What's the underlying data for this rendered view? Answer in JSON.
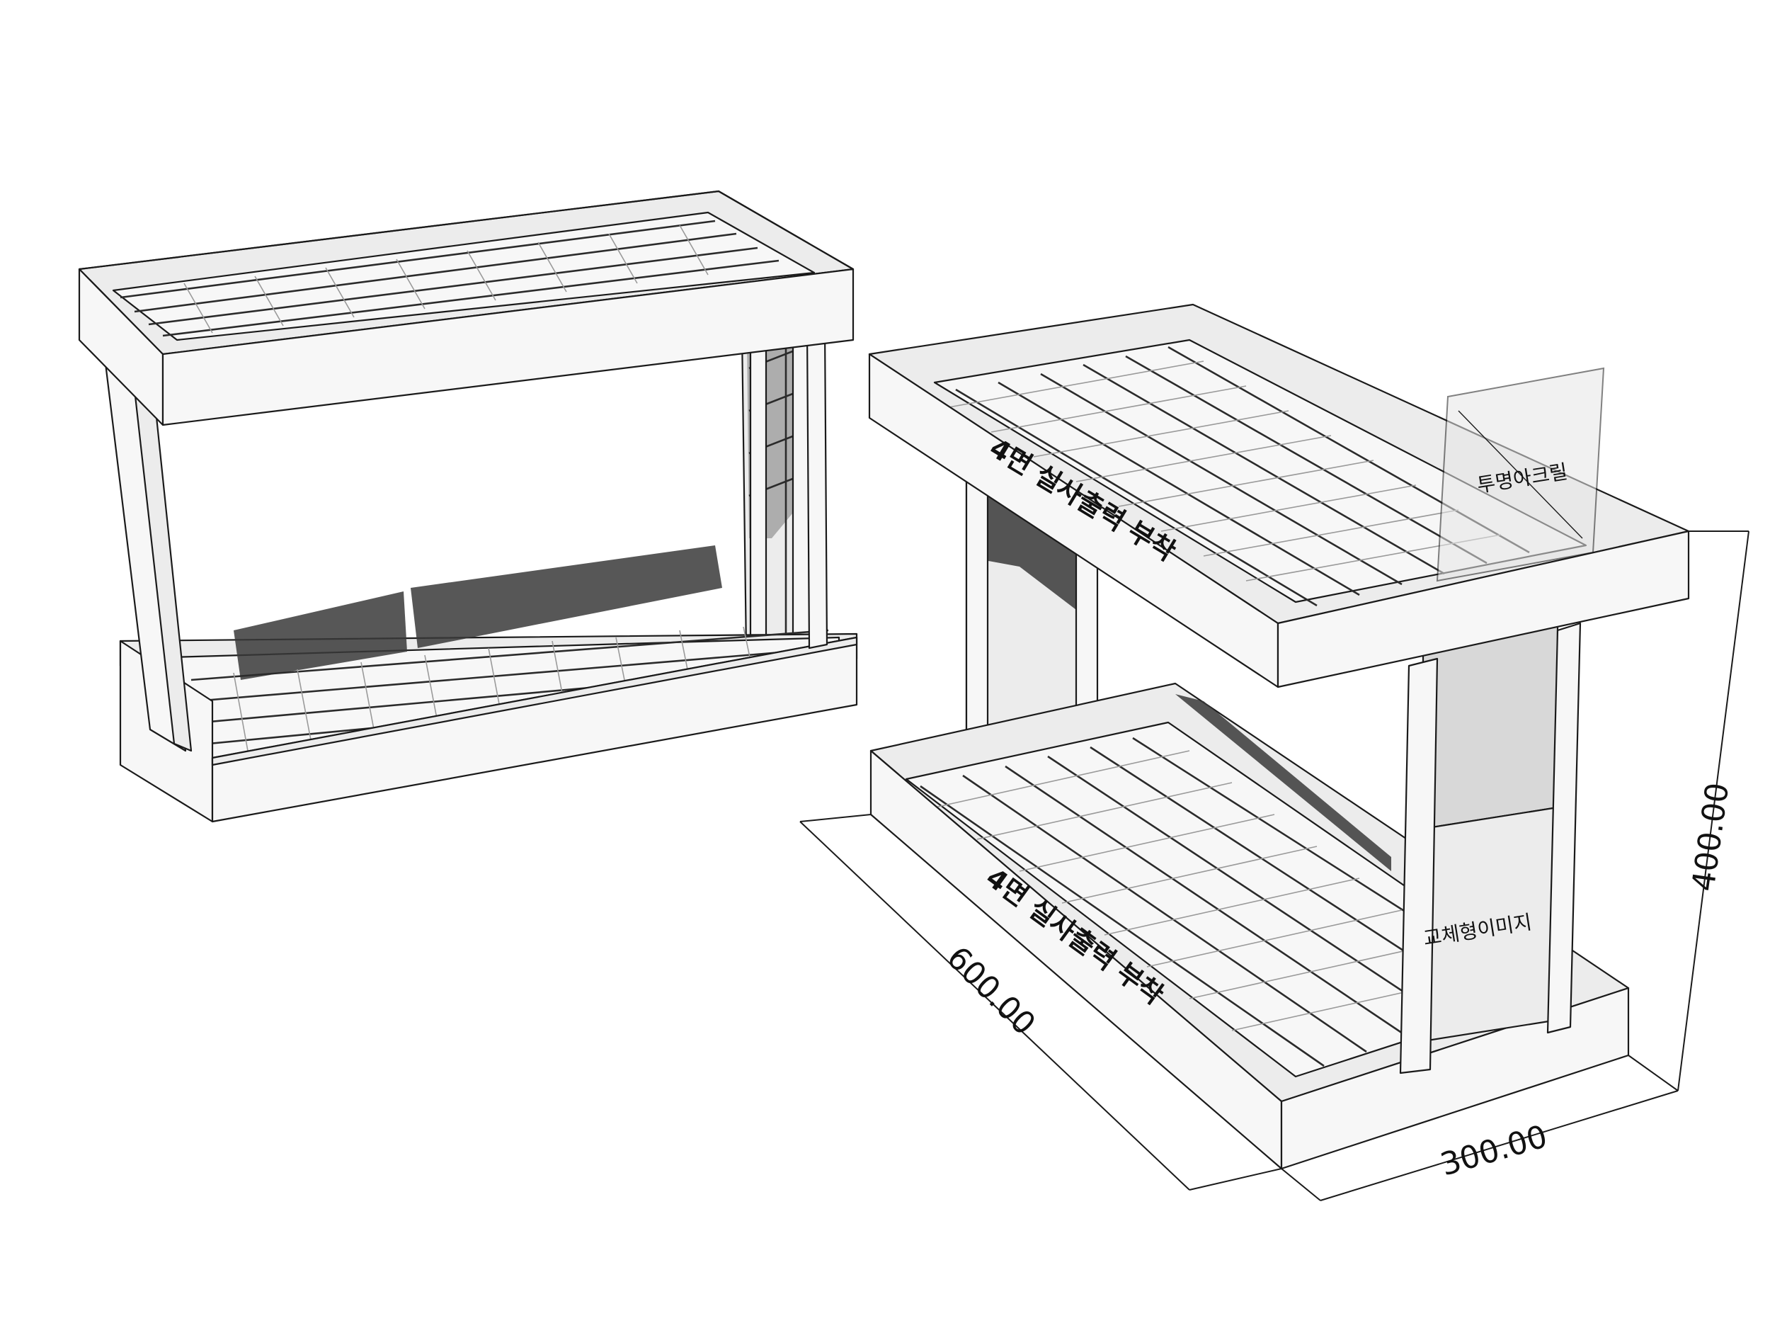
{
  "labels": {
    "upper_print": "4면 실사출력 부착",
    "lower_print": "4면 실사출력 부착",
    "acrylic": "투명아크릴",
    "replace_image": "교체형이미지"
  },
  "dimensions": {
    "length": "600.00",
    "depth": "300.00",
    "height": "400.00"
  }
}
